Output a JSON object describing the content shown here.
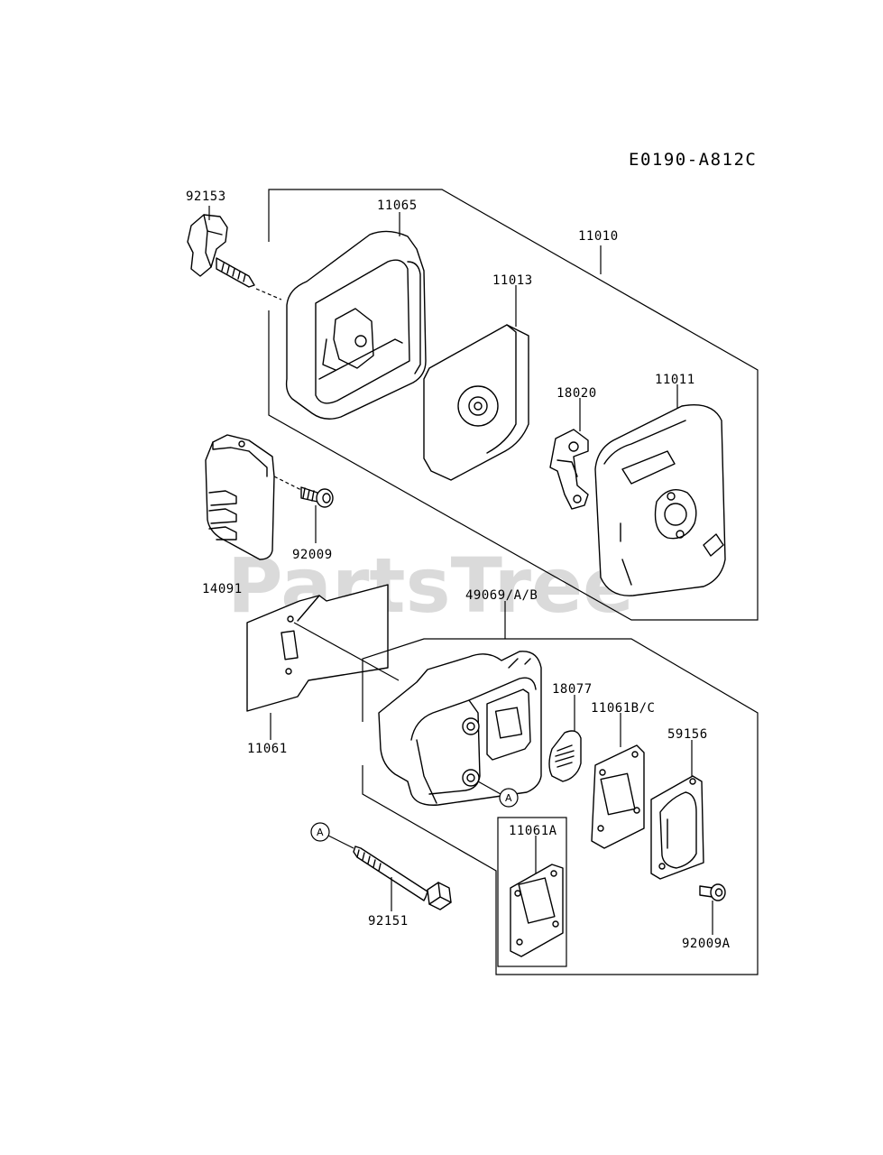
{
  "diagram_code": "E0190-A812C",
  "watermark": {
    "text": "PartsTree",
    "tm": "TM"
  },
  "parts": {
    "p92153": "92153",
    "p11065": "11065",
    "p11010": "11010",
    "p11013": "11013",
    "p18020": "18020",
    "p11011": "11011",
    "p92009": "92009",
    "p14091": "14091",
    "p49069": "49069/A/B",
    "p18077": "18077",
    "p11061bc": "11061B/C",
    "p59156": "59156",
    "p11061": "11061",
    "p11061a": "11061A",
    "p92151": "92151",
    "p92009a": "92009A"
  },
  "callouts": {
    "a1": "A",
    "a2": "A"
  }
}
